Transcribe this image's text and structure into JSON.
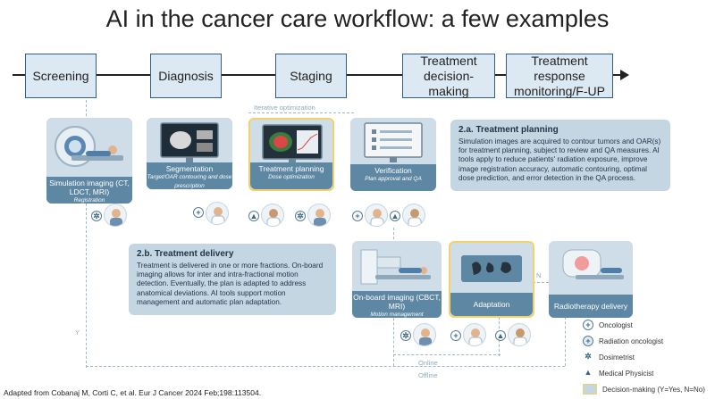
{
  "title": "AI in the cancer care workflow: a few examples",
  "workflow": [
    {
      "label": "Screening"
    },
    {
      "label": "Diagnosis"
    },
    {
      "label": "Staging"
    },
    {
      "label": "Treatment decision-making"
    },
    {
      "label": "Treatment response monitoring/F-UP"
    }
  ],
  "iterative_label": "Iterative optimization",
  "steps": {
    "simulation": {
      "title": "Simulation imaging (CT, LDCT, MRI)",
      "sub": "Registration"
    },
    "segmentation": {
      "title": "Segmentation",
      "sub": "Target/OAR contouring and dose prescription"
    },
    "planning": {
      "title": "Treatment planning",
      "sub": "Dose optimization"
    },
    "verification": {
      "title": "Verification",
      "sub": "Plan approval and QA"
    },
    "onboard": {
      "title": "On-board imaging (CBCT, MRI)",
      "sub": "Motion management"
    },
    "adaptation": {
      "title": "Adaptation",
      "sub": ""
    },
    "delivery": {
      "title": "Radiotherapy delivery",
      "sub": ""
    }
  },
  "panel_a": {
    "heading": "2.a. Treatment planning",
    "text": "Simulation images are acquired to contour tumors and OAR(s) for treatment planning, subject to review and QA measures. AI tools apply to reduce patients' radiation exposure, improve image registration accuracy, automatic contouring, optimal dose prediction, and error detection in the QA process."
  },
  "panel_b": {
    "heading": "2.b. Treatment delivery",
    "text": "Treatment is delivered in one or more fractions. On-board imaging allows for inter and intra-fractional motion detection. Eventually, the plan is adapted to address anatomical deviations. AI tools support motion management and automatic plan adaptation."
  },
  "flow_labels": {
    "y": "Y",
    "n": "N",
    "online": "Online",
    "offline": "Offline"
  },
  "legend": [
    {
      "label": "Oncologist",
      "symbol": "+"
    },
    {
      "label": "Radiation oncologist",
      "symbol": "+"
    },
    {
      "label": "Dosimetrist",
      "symbol": "✲"
    },
    {
      "label": "Medical Physicist",
      "symbol": "▲"
    },
    {
      "label": "Decision-making (Y=Yes, N=No)",
      "symbol": "box"
    }
  ],
  "citation": "Adapted from Cobanaj M, Corti C, et al. Eur J Cancer 2024 Feb;198:113504.",
  "colors": {
    "card": "#cfdde8",
    "card_footer": "#5d87a3",
    "highlight": "#f1d36b",
    "box_border": "#2f5f86",
    "box_fill": "#dce8f2"
  }
}
